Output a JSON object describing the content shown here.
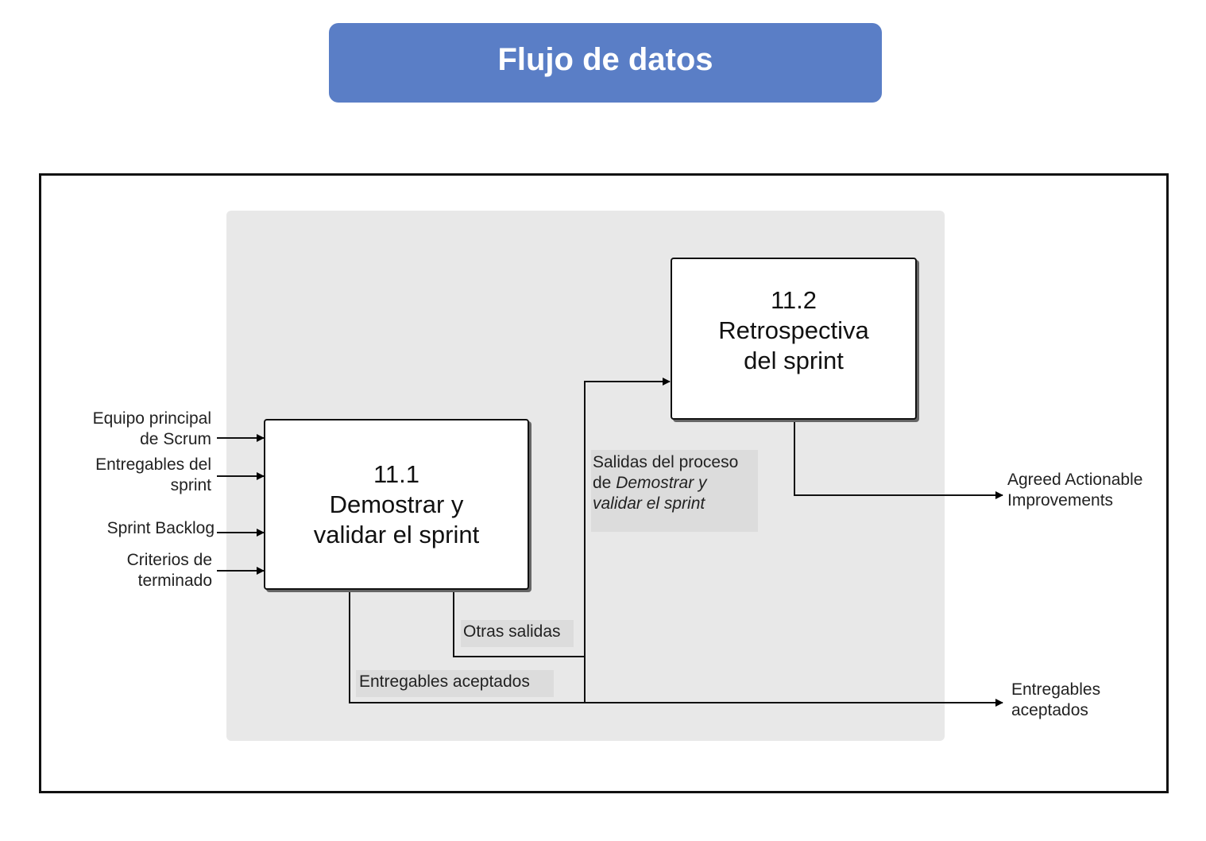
{
  "title": "Flujo de datos",
  "processes": [
    {
      "number": "11.1",
      "line1": "Demostrar y",
      "line2": "validar el sprint"
    },
    {
      "number": "11.2",
      "line1": "Retrospectiva",
      "line2": "del sprint"
    }
  ],
  "inputs": [
    {
      "line1": "Equipo principal",
      "line2": "de Scrum"
    },
    {
      "line1": "Entregables del",
      "line2": "sprint"
    },
    {
      "line1": "Sprint Backlog",
      "line2": ""
    },
    {
      "line1": "Criterios de",
      "line2": "terminado"
    }
  ],
  "internal_labels": {
    "outputs_line1": "Salidas del proceso",
    "outputs_line2_prefix": "de ",
    "outputs_line2_italic": "Demostrar y",
    "outputs_line3_italic": "validar el sprint",
    "other_outputs": "Otras salidas",
    "accepted_deliverables": "Entregables aceptados"
  },
  "outputs": [
    {
      "line1": "Agreed Actionable",
      "line2": "Improvements"
    },
    {
      "line1": "Entregables",
      "line2": "aceptados"
    }
  ]
}
